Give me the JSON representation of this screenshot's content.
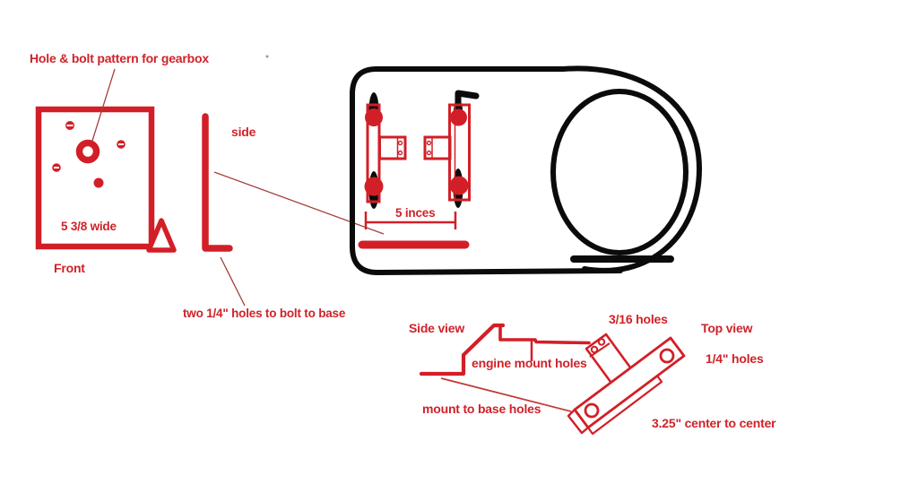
{
  "palette": {
    "red": "#d21f27",
    "text_red": "#cf2229",
    "thin_red": "#a4403c",
    "black": "#0b0b0b",
    "background": "#ffffff"
  },
  "labels": {
    "title": "Hole & bolt pattern for gearbox",
    "front_width": "5 3/8 wide",
    "front": "Front",
    "side": "side",
    "five_inches": "5 inces",
    "base_holes_note": "two 1/4\" holes to bolt to base",
    "side_view": "Side view",
    "engine_mount_holes": "engine mount holes",
    "tab_holes": "3/16 holes",
    "top_view": "Top view",
    "bar_holes": "1/4\" holes",
    "mount_to_base_holes": "mount to base holes",
    "center_to_center": "3.25\" center to center"
  }
}
